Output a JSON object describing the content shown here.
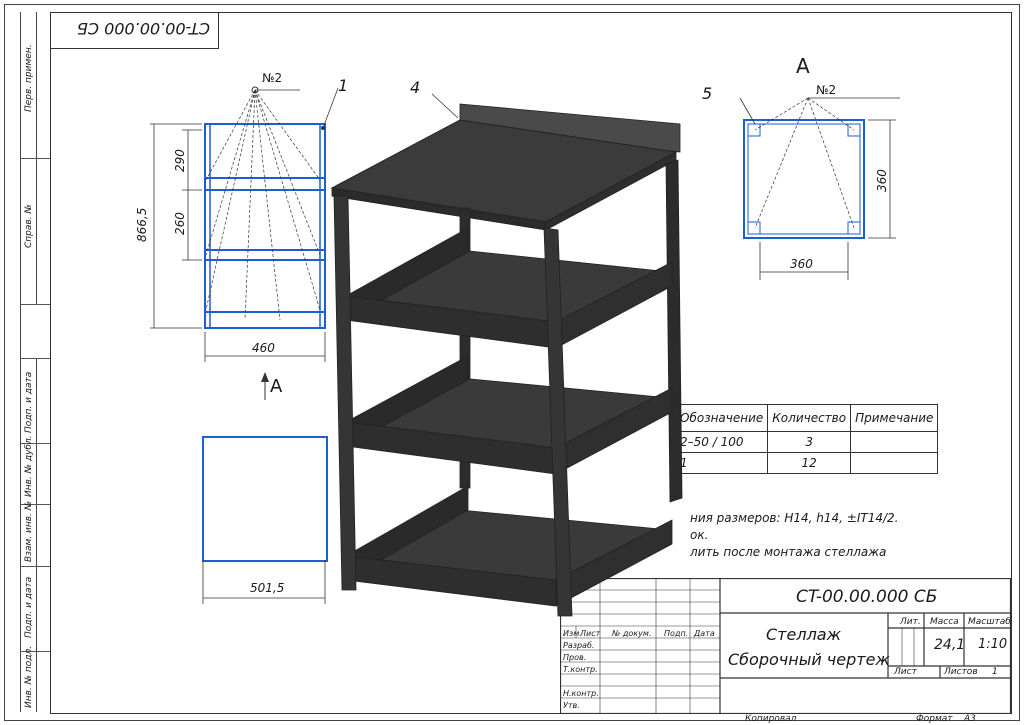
{
  "stamp": "CT-00.00.000 СБ",
  "side_labels": [
    "Перв. примен.",
    "Справ. №",
    "Подп. и дата",
    "Инв. № дубл.",
    "Взам. инв. №",
    "Подп. и дата",
    "Инв. № подл."
  ],
  "front_view": {
    "leader_label": "1",
    "weld_mark": "№2",
    "dim_height": "866,5",
    "dim_upper": "290",
    "dim_lower": "260",
    "dim_width": "460",
    "view_arrow_label": "A"
  },
  "part_label": "4",
  "section_view": {
    "label": "A",
    "leader_label": "5",
    "weld_mark": "№2",
    "dim_width": "360",
    "dim_height": "360"
  },
  "plate": {
    "dim_width": "501,5"
  },
  "spec_table": {
    "headers": [
      "Обозначение",
      "Количество",
      "Примечание"
    ],
    "rows": [
      [
        "2–50 / 100",
        "3",
        ""
      ],
      [
        "1",
        "12",
        ""
      ]
    ]
  },
  "notes": [
    "ния размеров: H14, h14, ±IT14/2.",
    "ок.",
    "лить после монтажа стеллажа"
  ],
  "title_block": {
    "doc_code": "CT-00.00.000 СБ",
    "name_line1": "Стеллаж",
    "name_line2": "Сборочный чертеж",
    "lit_header": "Лит.",
    "mass_header": "Масса",
    "scale_header": "Масштаб",
    "mass": "24,1",
    "scale": "1:10",
    "sheet_label": "Лист",
    "sheets_label": "Листов",
    "sheets_count": "1",
    "row_headers": [
      "Изм.",
      "Лист",
      "№ докум.",
      "Подп.",
      "Дата"
    ],
    "roles": [
      "Разраб.",
      "Пров.",
      "Т.контр.",
      "Н.контр.",
      "Утв."
    ],
    "copied": "Копировал",
    "format_label": "Формат",
    "format_value": "A3"
  },
  "colors": {
    "blue": "#1a5fd6",
    "line": "#333333",
    "dark": "#3a3a3a"
  }
}
